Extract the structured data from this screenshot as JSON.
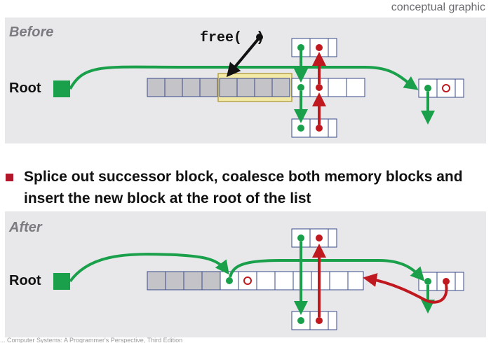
{
  "caption": "conceptual graphic",
  "before": {
    "label": "Before",
    "root_label": "Root",
    "free_call": "free(",
    "free_call_close": ")"
  },
  "bullet": {
    "text": "Splice out successor block, coalesce both memory blocks and insert the new block at the root of the list"
  },
  "after": {
    "label": "After",
    "root_label": "Root"
  },
  "footer": "... Computer Systems: A Programmer's Perspective, Third Edition",
  "colors": {
    "green": "#1aa04a",
    "red": "#c0181f",
    "block_gray": "#c4c4c8",
    "highlight": "#f4eaa8",
    "panel": "#e8e8ea",
    "bullet": "#b2162b"
  },
  "icons": [
    "root-square-icon",
    "pointer-dot-icon",
    "pointer-circle-icon",
    "bullet-icon"
  ]
}
